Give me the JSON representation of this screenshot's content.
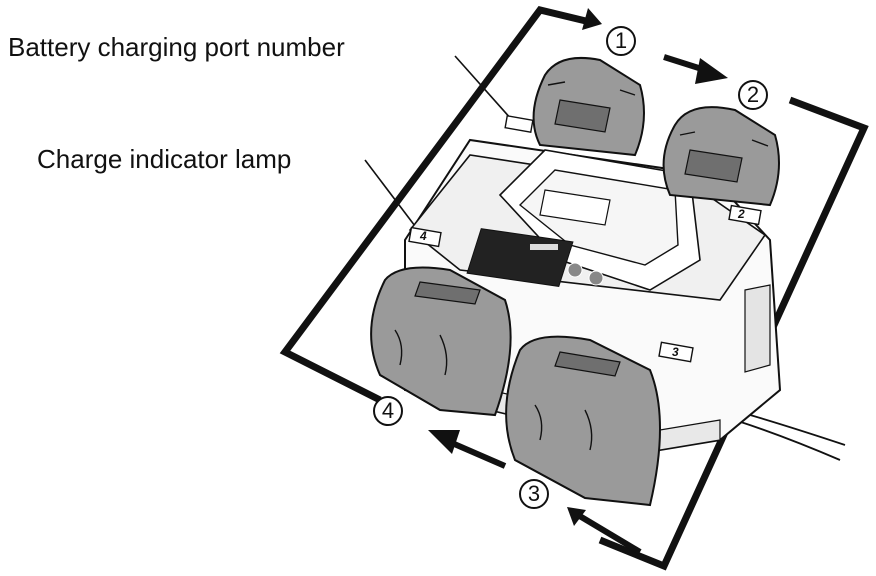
{
  "callouts": {
    "port_label": "Battery charging port number",
    "lamp_label": "Charge indicator lamp"
  },
  "sequence": [
    "1",
    "2",
    "3",
    "4"
  ],
  "port_numbers": [
    "4",
    "2",
    "3"
  ],
  "colors": {
    "line": "#111111",
    "battery_fill": "#9a9a9a",
    "battery_shadow": "#6f6f6f"
  }
}
